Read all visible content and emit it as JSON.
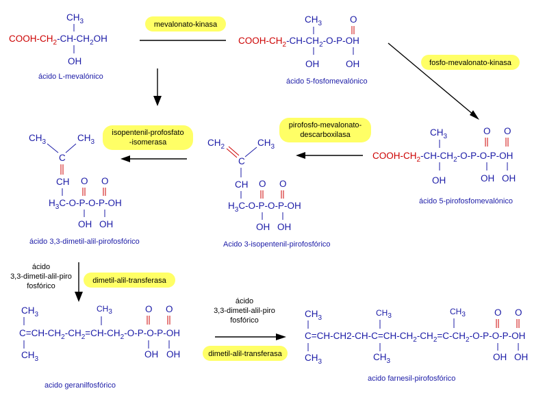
{
  "compounds": {
    "mevalonic": "ácido L-mevalónico",
    "phosphomevalonic": "ácido 5-fosfomevalónico",
    "pyrophosphomevalonic": "ácido 5-pirofosfomevalónico",
    "isopentenyl_pp": "Acido 3-isopentenil-pirofosfórico",
    "dimethylallyl_pp": "ácido 3,3-dimetil-alil-pirofosfórico",
    "geranyl_pp": "acido geranilfosfórico",
    "farnesyl_pp": "acido farnesil-pirofosfórico"
  },
  "enzymes": {
    "mevalonate_kinase": "mevalonato-kinasa",
    "phosphomevalonate_kinase": "fosfo-mevalonato-kinasa",
    "decarboxylase_l1": "pirofosfo-mevalonato-",
    "decarboxylase_l2": "descarboxilasa",
    "isomerase_l1": "isopentenil-profosfato",
    "isomerase_l2": "-isomerasa",
    "transferase_1": "dimetil-alil-transferasa",
    "transferase_2": "dimetil-alil-transferasa"
  },
  "cosubstrates": {
    "step1_l1": "ácido",
    "step1_l2": "3,3-dimetil-alil-piro",
    "step1_l3": "fosfórico",
    "step2_l1": "ácido",
    "step2_l2": "3,3-dimetil-alil-piro",
    "step2_l3": "fosfórico"
  },
  "formula_text": {
    "ch3": "CH",
    "sub3": "3",
    "sub2": "2",
    "ch2": "CH",
    "cooh_ch2": "COOH-CH",
    "mev_chain": "-CH-CH",
    "mev_oh": "OH",
    "o_p_oh": "-O-P-OH",
    "o_p_o_p_oh": "-O-P-O-P-OH",
    "o": "O",
    "oh": "OH",
    "c": "C",
    "ch": "CH",
    "h": "H",
    "h3c_tail": "C-O-P-O-P-OH",
    "geranyl_chain_a": "C=CH-CH",
    "geranyl_chain_b": "-CH",
    "geranyl_chain_c": "=CH-CH",
    "farnesyl_chain": "C=CH-CH2-CH-C=CH-CH",
    "farnesyl_tail_a": "-CH",
    "farnesyl_tail_b": "=C-CH",
    "dash": "-",
    "ch2_frag": "CH"
  },
  "colors": {
    "structure": "#1a1aa6",
    "carboxyl": "#cc0000",
    "highlight": "#ffff66",
    "arrow": "#000000"
  }
}
